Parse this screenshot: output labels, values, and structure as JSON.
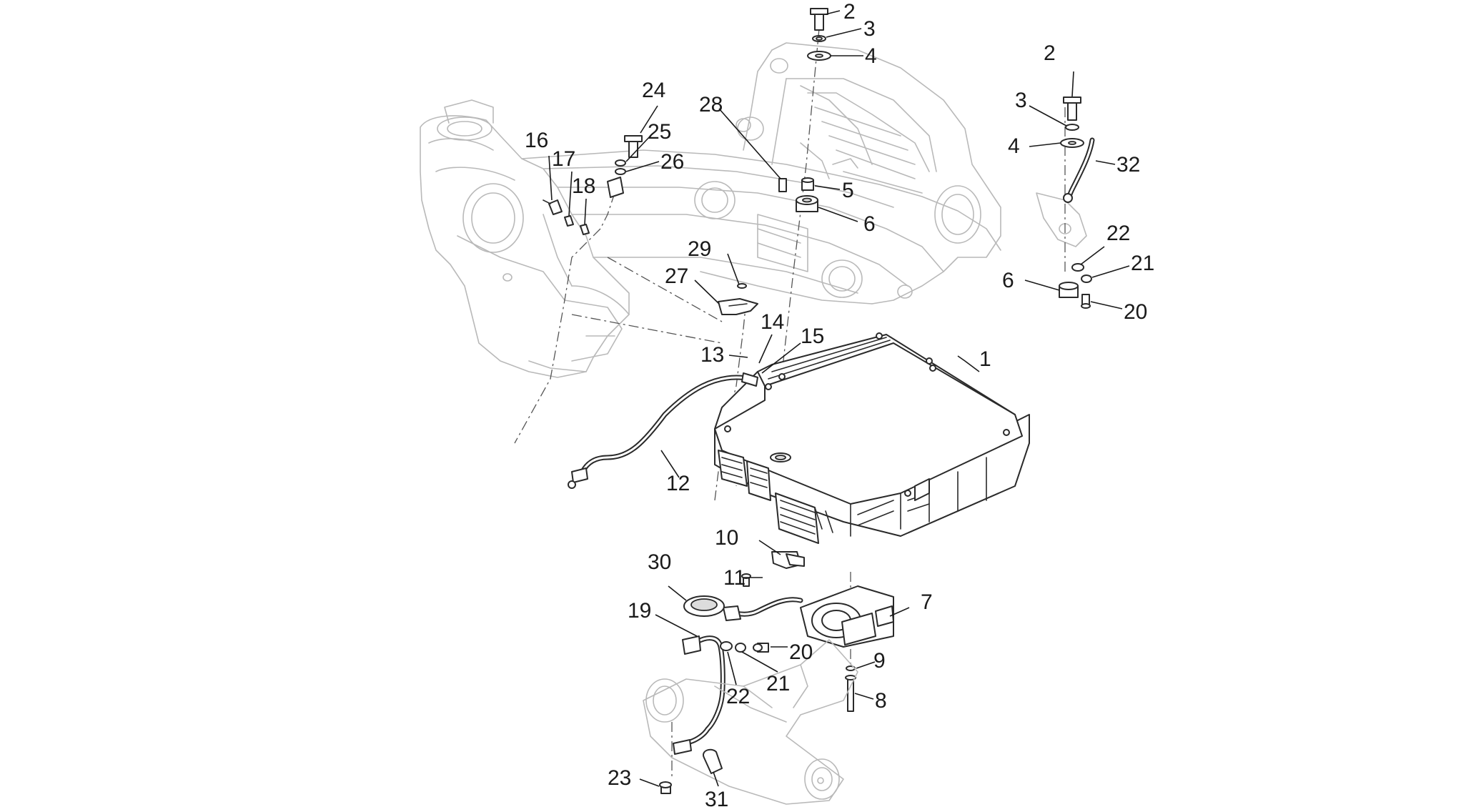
{
  "callouts": [
    {
      "label": "1"
    },
    {
      "label": "2"
    },
    {
      "label": "3"
    },
    {
      "label": "4"
    },
    {
      "label": "5"
    },
    {
      "label": "6"
    },
    {
      "label": "2"
    },
    {
      "label": "3"
    },
    {
      "label": "4"
    },
    {
      "label": "32"
    },
    {
      "label": "22"
    },
    {
      "label": "21"
    },
    {
      "label": "6"
    },
    {
      "label": "20"
    },
    {
      "label": "24"
    },
    {
      "label": "25"
    },
    {
      "label": "26"
    },
    {
      "label": "16"
    },
    {
      "label": "17"
    },
    {
      "label": "18"
    },
    {
      "label": "28"
    },
    {
      "label": "29"
    },
    {
      "label": "27"
    },
    {
      "label": "14"
    },
    {
      "label": "15"
    },
    {
      "label": "13"
    },
    {
      "label": "12"
    },
    {
      "label": "10"
    },
    {
      "label": "11"
    },
    {
      "label": "30"
    },
    {
      "label": "19"
    },
    {
      "label": "7"
    },
    {
      "label": "20"
    },
    {
      "label": "21"
    },
    {
      "label": "22"
    },
    {
      "label": "9"
    },
    {
      "label": "8"
    },
    {
      "label": "23"
    },
    {
      "label": "31"
    }
  ]
}
